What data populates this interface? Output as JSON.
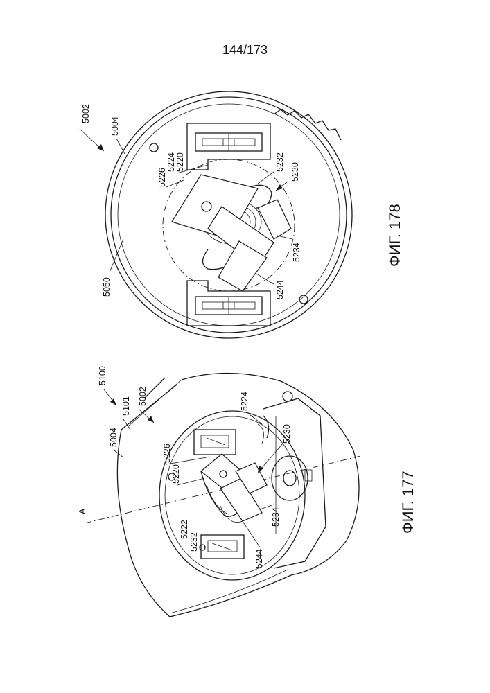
{
  "page": {
    "number": "144/173"
  },
  "figures": [
    {
      "caption": "ФИГ. 178",
      "labels": {
        "l5002": "5002",
        "l5004": "5004",
        "l5050": "5050",
        "l5226": "5226",
        "l5224": "5224",
        "l5220": "5220",
        "l5232": "5232",
        "l5230": "5230",
        "l5234": "5234",
        "l5244": "5244"
      }
    },
    {
      "caption": "ФИГ. 177",
      "labels": {
        "l5100": "5100",
        "l5101": "5101",
        "l5002": "5002",
        "l5004": "5004",
        "lA": "A",
        "l5224": "5224",
        "l5226": "5226",
        "l5230": "5230",
        "l5220": "5220",
        "l5222": "5222",
        "l5232": "5232",
        "l5234": "5234",
        "l5244": "5244"
      }
    }
  ]
}
